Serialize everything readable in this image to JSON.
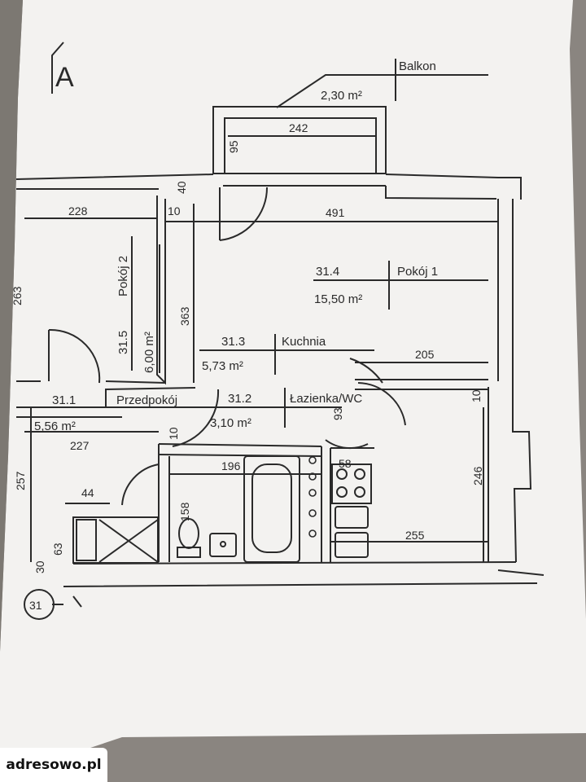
{
  "sheet_label": "A",
  "marker": "31",
  "watermark": "adresowo.pl",
  "rooms": {
    "balkon": {
      "name": "Balkon",
      "area": "2,30 m²"
    },
    "pokoj1": {
      "num": "31.4",
      "name": "Pokój 1",
      "area": "15,50 m²"
    },
    "pokoj2": {
      "num": "31.5",
      "name": "Pokój 2",
      "area": "6,00 m²"
    },
    "kuchnia": {
      "num": "31.3",
      "name": "Kuchnia",
      "area": "5,73 m²"
    },
    "przedpokoj": {
      "num": "31.1",
      "name": "Przedpokój",
      "area": "5,56 m²"
    },
    "lazienka": {
      "num": "31.2",
      "name": "Łazienka/WC",
      "area": "3,10 m²"
    }
  },
  "dimensions": {
    "d242": "242",
    "d95": "95",
    "d40": "40",
    "d228": "228",
    "d10a": "10",
    "d491": "491",
    "d263": "263",
    "d363": "363",
    "d205": "205",
    "d10b": "10",
    "d93": "93",
    "d10c": "10",
    "d227": "227",
    "d196": "196",
    "d58": "58",
    "d257": "257",
    "d44": "44",
    "d158": "158",
    "d246": "246",
    "d255": "255",
    "d63": "63",
    "d30": "30"
  },
  "colors": {
    "paper": "#f3f2f0",
    "ink": "#2a2a2a",
    "background": "#8a8580"
  }
}
